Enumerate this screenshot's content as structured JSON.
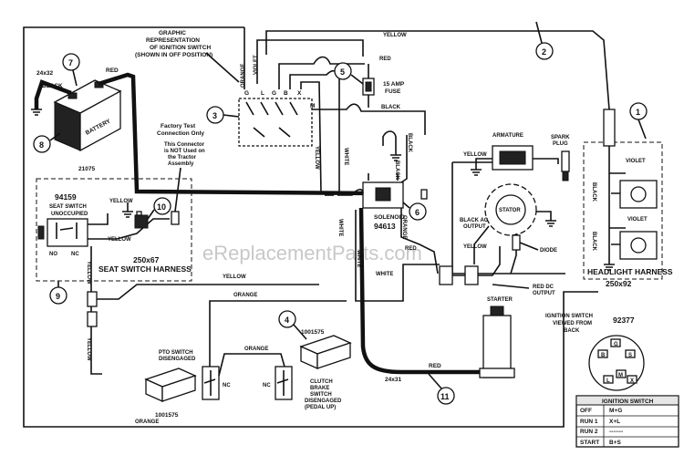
{
  "watermark": "eReplacementParts.com",
  "wire_colors": {
    "yellow": "YELLOW",
    "red": "RED",
    "black": "BLACK",
    "white": "WHITE",
    "orange": "ORANGE",
    "violet": "VIOLET"
  },
  "callouts": [
    "1",
    "2",
    "3",
    "4",
    "5",
    "6",
    "7",
    "8",
    "9",
    "10",
    "11"
  ],
  "battery": {
    "label": "BATTERY",
    "part": "21075",
    "cable_part": "24x32"
  },
  "ignition_graphic": {
    "title_lines": [
      "GRAPHIC",
      "REPRESENTATION",
      "OF IGNITION SWITCH",
      "(SHOWN IN OFF POSITION)"
    ],
    "terminals": [
      "G",
      "L",
      "G",
      "B",
      "X",
      "M"
    ]
  },
  "fuse": {
    "label_lines": [
      "15 AMP",
      "FUSE"
    ]
  },
  "factory_test": {
    "lines": [
      "Factory Test",
      "Connection Only"
    ],
    "note_lines": [
      "This Connector",
      "is NOT Used on",
      "the Tractor",
      "Assembly"
    ]
  },
  "seat_switch": {
    "part": "94159",
    "label_lines": [
      "SEAT SWITCH",
      "UNOCCUPIED"
    ],
    "nc_left": "NO",
    "nc_right": "NC"
  },
  "seat_harness": {
    "part": "250x67",
    "label": "SEAT SWITCH HARNESS"
  },
  "solenoid": {
    "label": "SOLENOID",
    "part": "94613"
  },
  "engine": {
    "armature": "ARMATURE",
    "spark_plug_lines": [
      "SPARK",
      "PLUG"
    ],
    "stator": "STATOR",
    "black_ac_lines": [
      "BLACK AC",
      "OUTPUT"
    ],
    "diode": "DIODE",
    "red_dc_lines": [
      "RED DC",
      "OUTPUT"
    ]
  },
  "starter": {
    "label": "STARTER",
    "cable_part": "24x31"
  },
  "headlight": {
    "label": "HEADLIGHT HARNESS",
    "part": "250x92"
  },
  "pto_switch": {
    "label_lines": [
      "PTO SWITCH",
      "DISENGAGED"
    ],
    "part": "1001575",
    "nc": "NC"
  },
  "clutch_switch": {
    "label_lines": [
      "CLUTCH",
      "BRAKE",
      "SWITCH",
      "DISENGAGED",
      "(PEDAL UP)"
    ],
    "part": "1001575",
    "nc": "NC"
  },
  "ignition_back": {
    "label_lines": [
      "IGNITION SWITCH",
      "VIEWED FROM",
      "BACK"
    ],
    "part": "92377",
    "terminals": [
      "G",
      "S",
      "B",
      "M",
      "L",
      "X"
    ]
  },
  "ignition_table": {
    "title": "IGNITION SWITCH",
    "rows": [
      [
        "OFF",
        "M+G"
      ],
      [
        "RUN 1",
        "X+L"
      ],
      [
        "RUN 2",
        "-------"
      ],
      [
        "START",
        "B+S"
      ]
    ]
  }
}
